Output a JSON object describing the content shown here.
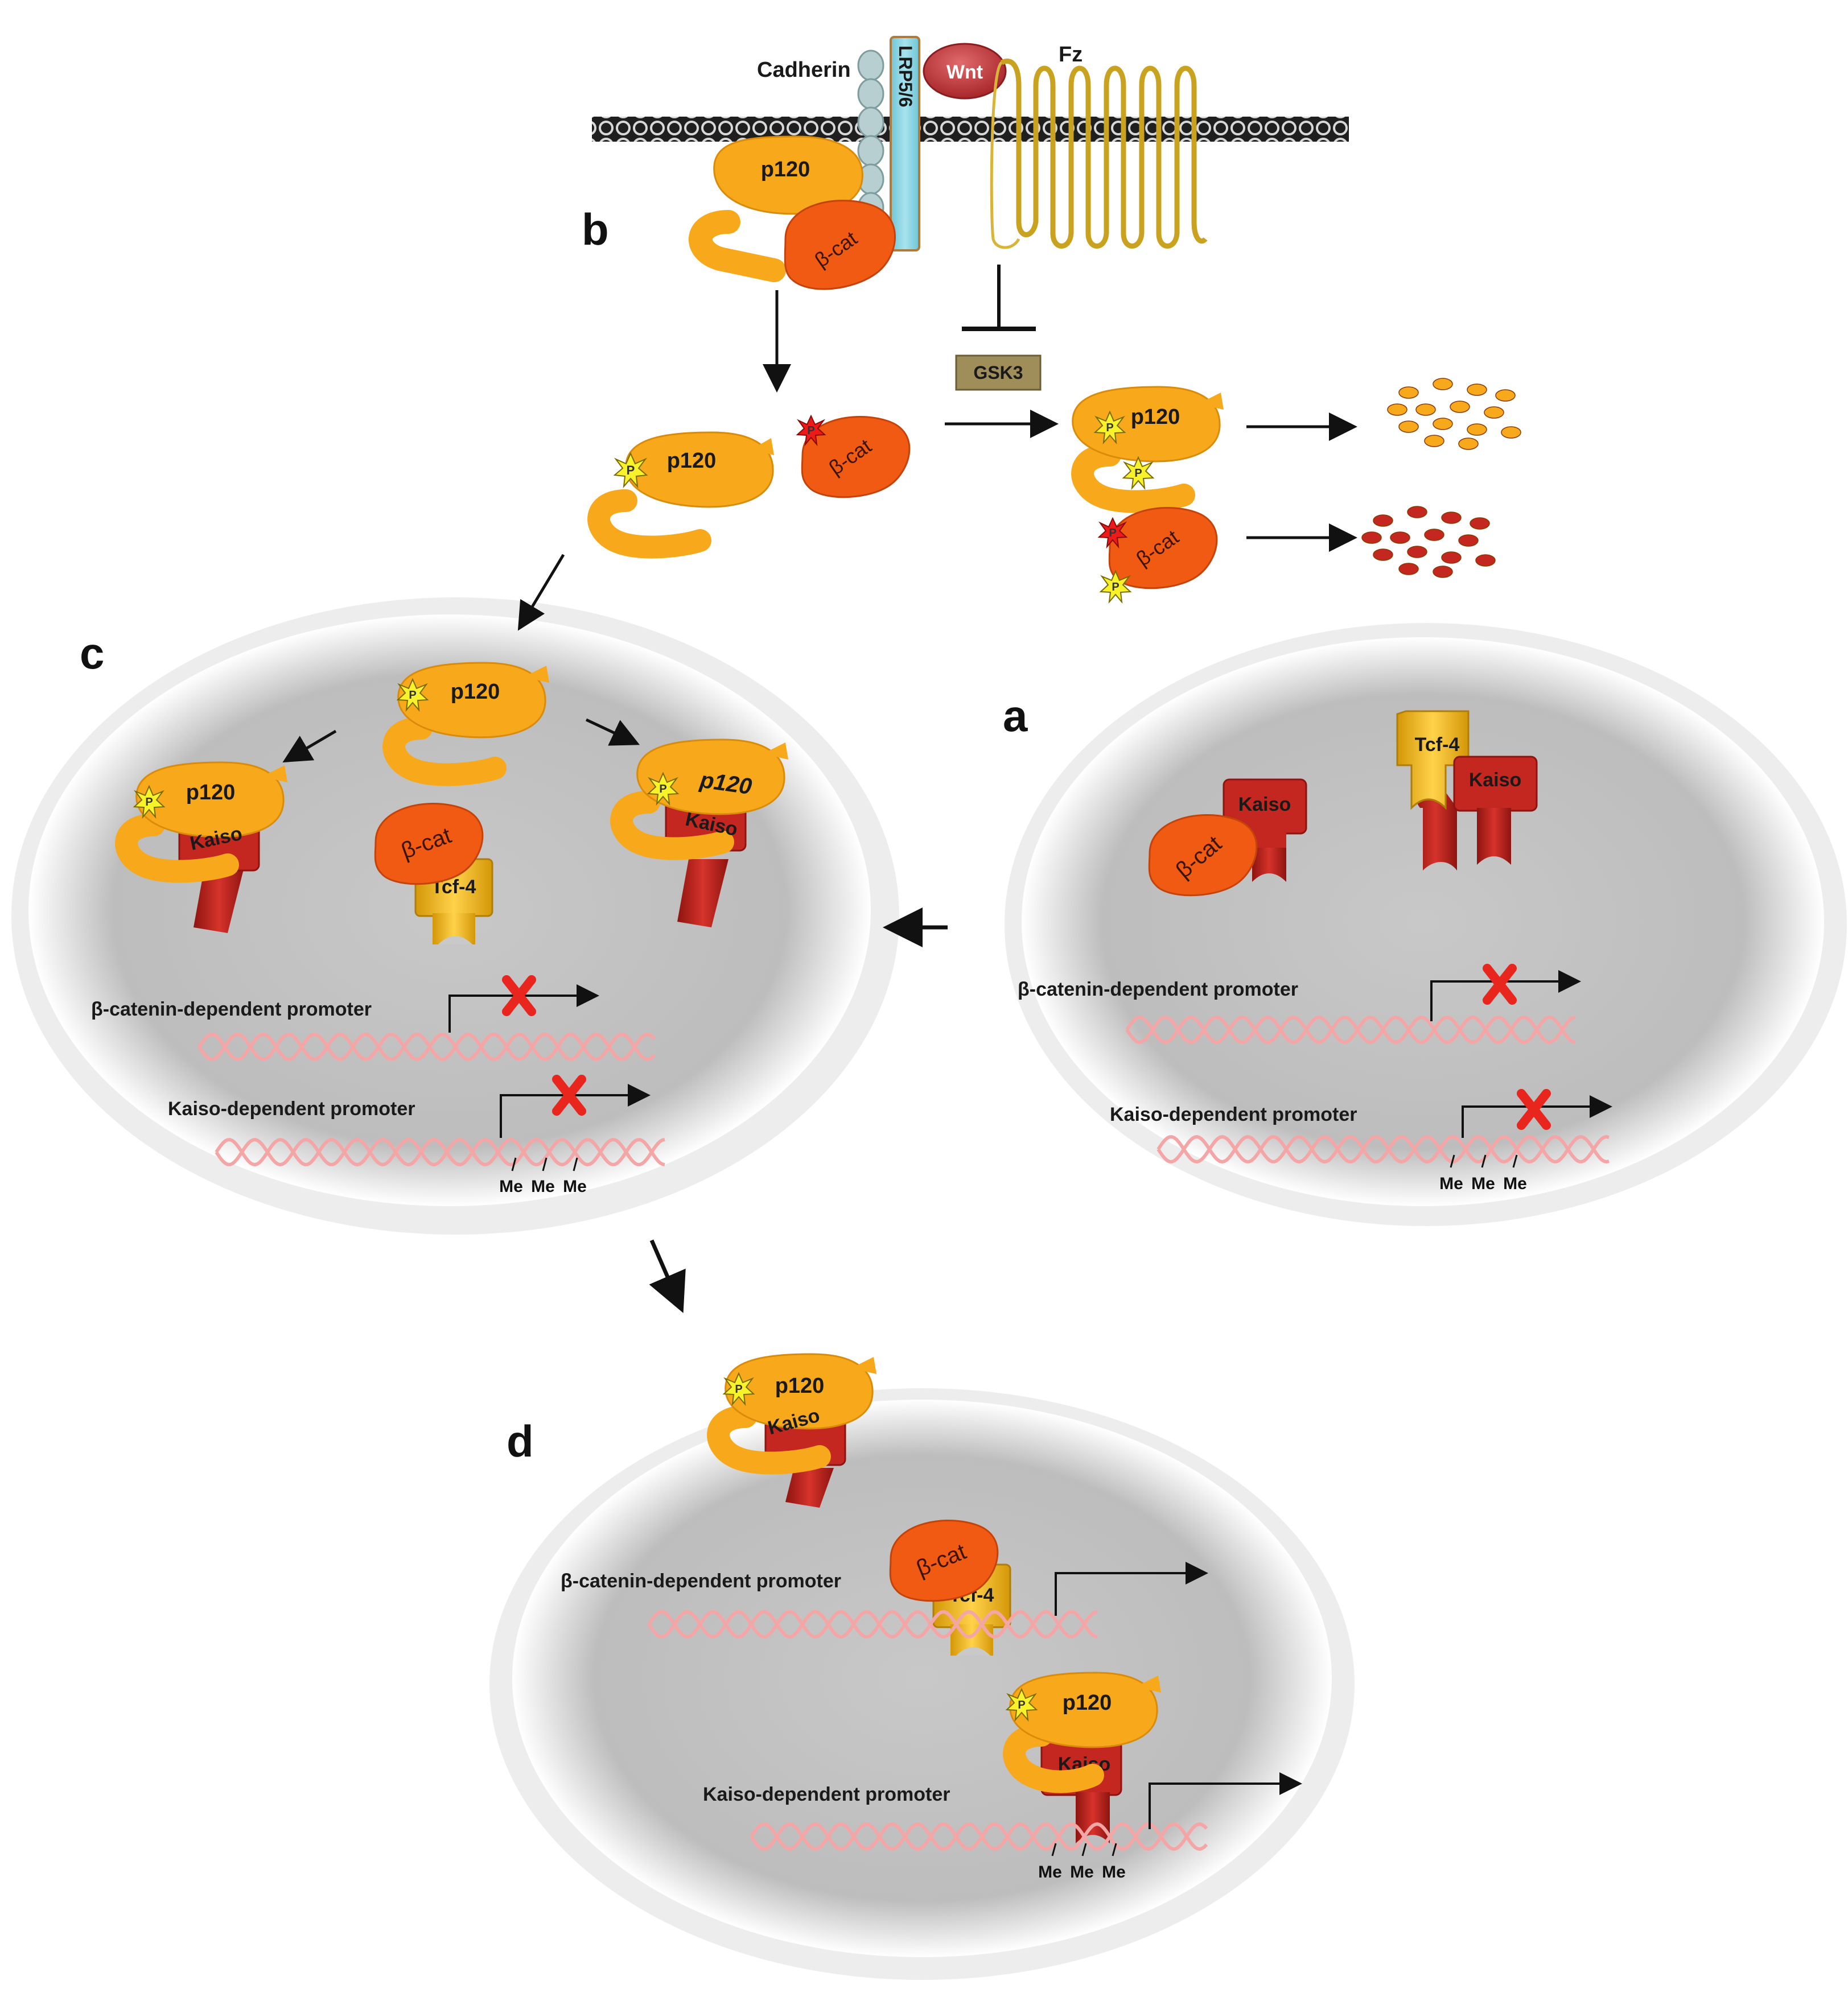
{
  "membrane": {
    "cadherin": "Cadherin",
    "lrp": "LRP5/6",
    "wnt": "Wnt",
    "fz": "Fz"
  },
  "proteins": {
    "p120": "p120",
    "bcat": "β-cat",
    "kaiso": "Kaiso",
    "tcf4": "Tcf-4",
    "gsk3": "GSK3",
    "phospho": "P"
  },
  "panels": {
    "a": "a",
    "b": "b",
    "c": "c",
    "d": "d"
  },
  "promoters": {
    "bcat": "β-catenin-dependent promoter",
    "kaiso": "Kaiso-dependent promoter",
    "me": "Me"
  },
  "colors": {
    "p120": "#f7a81b",
    "bcat": "#f05a12",
    "kaiso": "#c42620",
    "tcf4": "#f1b510",
    "nucleus": "#c9c9c9",
    "dna": "#f4a6a6",
    "block": "#e8261e",
    "gsk3": "#a08e5a",
    "lrp": "#8fd3e0",
    "wnt": "#c9383b"
  },
  "icons": [
    "phospho-star-icon",
    "block-x-icon",
    "arrow-icon",
    "inhibition-icon"
  ]
}
